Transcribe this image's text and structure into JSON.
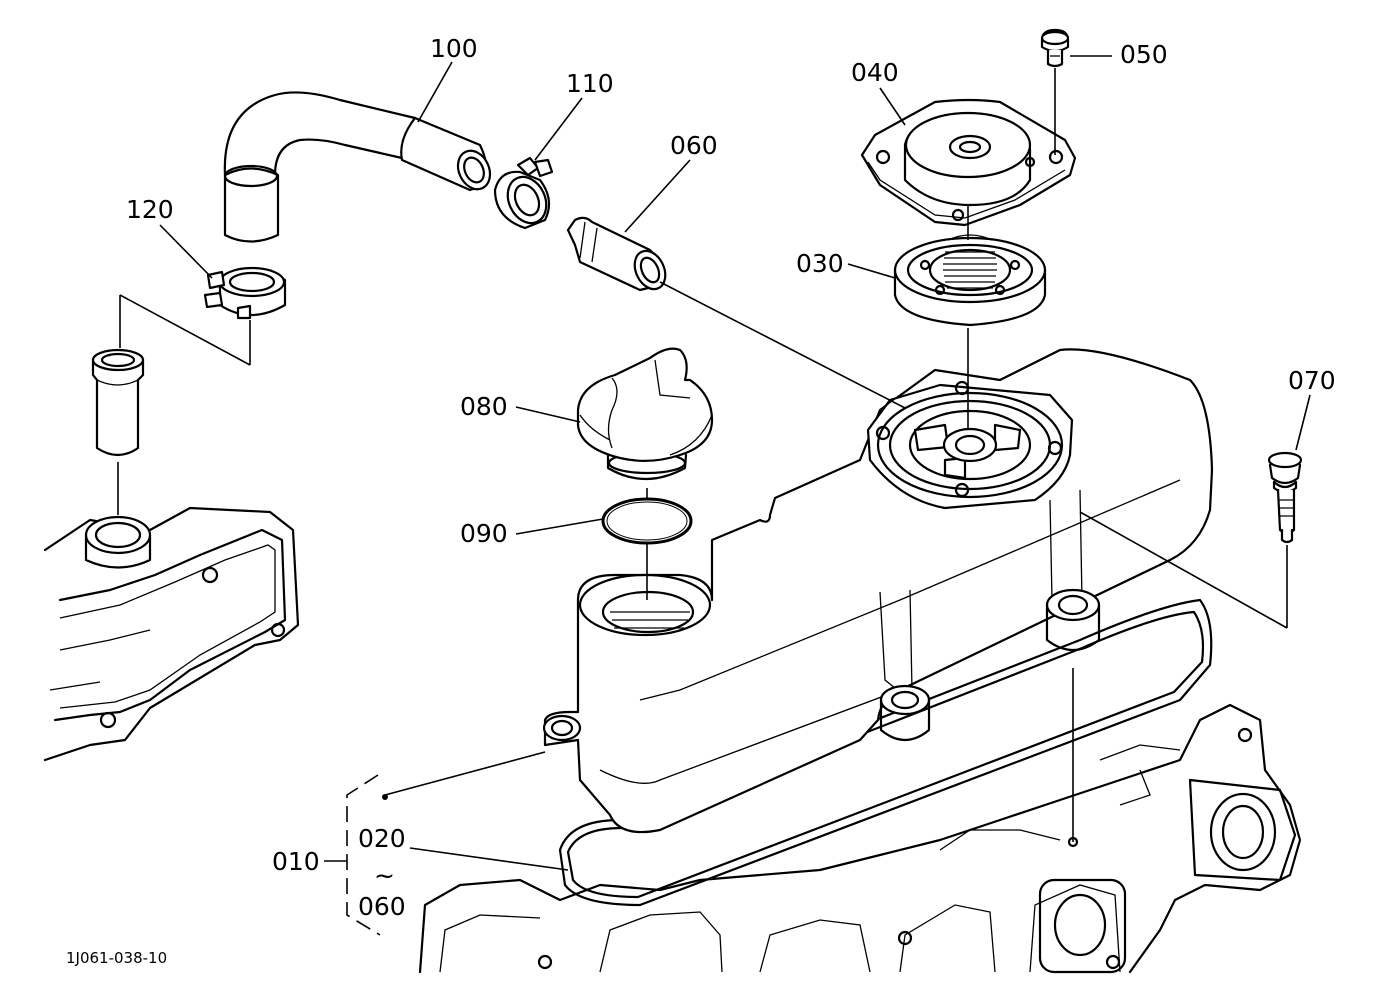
{
  "diagram": {
    "type": "exploded-parts-diagram",
    "drawing_code": "1J061-038-10",
    "callouts": {
      "p010": "010",
      "p020": "020",
      "tilde": "~",
      "p060b": "060",
      "p030": "030",
      "p040": "040",
      "p050": "050",
      "p060": "060",
      "p070": "070",
      "p080": "080",
      "p090": "090",
      "p100": "100",
      "p110": "110",
      "p120": "120"
    }
  }
}
